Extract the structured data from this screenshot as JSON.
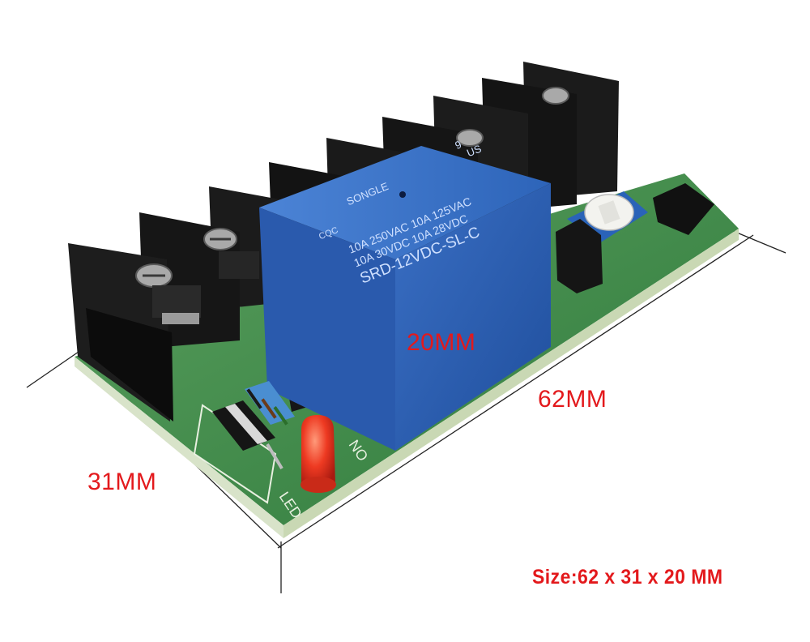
{
  "dimensions": {
    "height_label": "20MM",
    "length_label": "62MM",
    "width_label": "31MM",
    "size_label": "Size:62 x 31 x 20 MM"
  },
  "relay": {
    "brand": "SONGLE",
    "ul_mark": "US",
    "ul_num": "9",
    "cqc": "CQC",
    "rating_line1": "10A 250VAC  10A 125VAC",
    "rating_line2": "10A 30VDC  10A 28VDC",
    "model": "SRD-12VDC-SL-C"
  },
  "board_marks": {
    "no": "NO",
    "led": "LED"
  },
  "colors": {
    "dimension_text": "#e3191c",
    "relay_body": "#2f62b8",
    "pcb": "#3f8a4a",
    "terminal": "#141414",
    "led": "#e8321f"
  }
}
